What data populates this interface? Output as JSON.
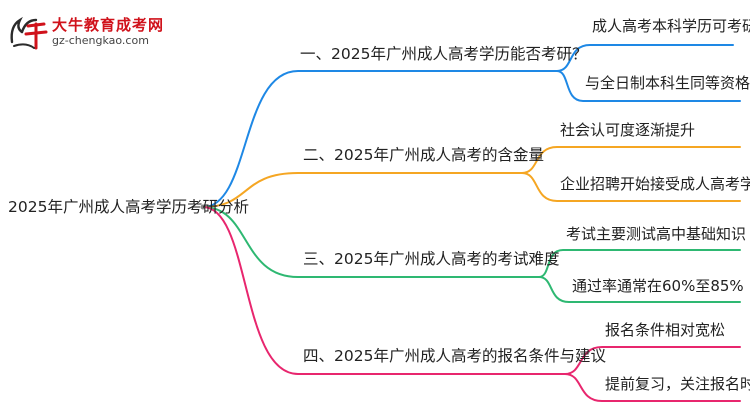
{
  "logo": {
    "title": "大牛教育成考网",
    "url": "gz-chengkao.com",
    "icon": "bull-logo-icon",
    "colors": {
      "primary": "#d0121b",
      "secondary": "#2b2b2b"
    }
  },
  "root": {
    "label": "2025年广州成人高考学历考研分析"
  },
  "branches": [
    {
      "label": "一、2025年广州成人高考学历能否考研？",
      "color": "#1e88e5",
      "children": [
        "成人高考本科学历可考研",
        "与全日制本科生同等资格"
      ]
    },
    {
      "label": "二、2025年广州成人高考的含金量",
      "color": "#f5a623",
      "children": [
        "社会认可度逐渐提升",
        "企业招聘开始接受成人高考学历"
      ]
    },
    {
      "label": "三、2025年广州成人高考的考试难度",
      "color": "#2eb872",
      "children": [
        "考试主要测试高中基础知识",
        "通过率通常在60%至85%"
      ]
    },
    {
      "label": "四、2025年广州成人高考的报名条件与建议",
      "color": "#e8266e",
      "children": [
        "报名条件相对宽松",
        "提前复习，关注报名时间"
      ]
    }
  ]
}
